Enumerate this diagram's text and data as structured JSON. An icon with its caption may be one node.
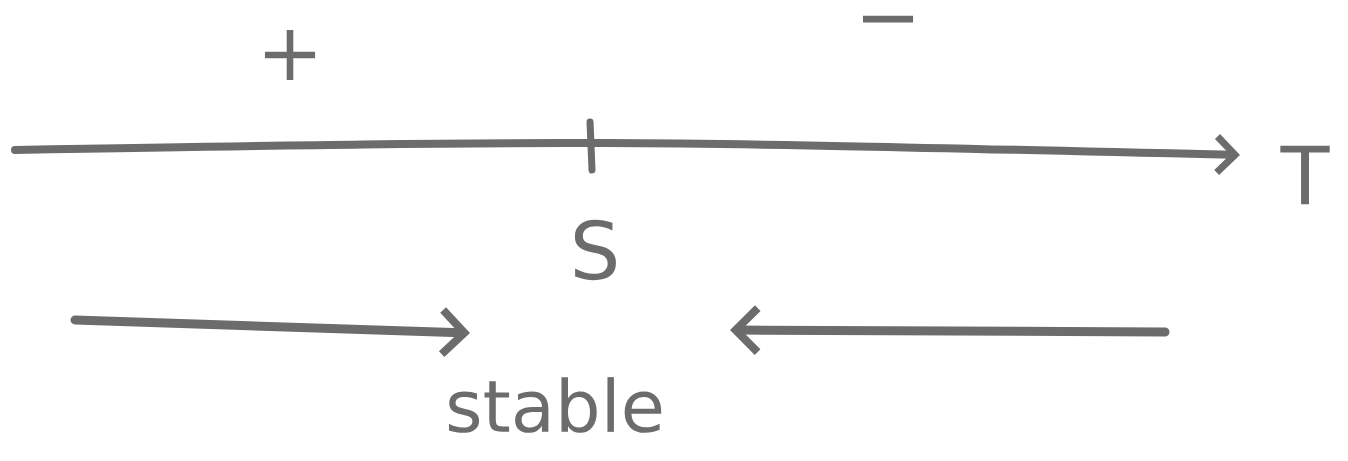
{
  "diagram": {
    "labels": [
      "+",
      "−",
      "T",
      "S",
      "stable"
    ]
  }
}
